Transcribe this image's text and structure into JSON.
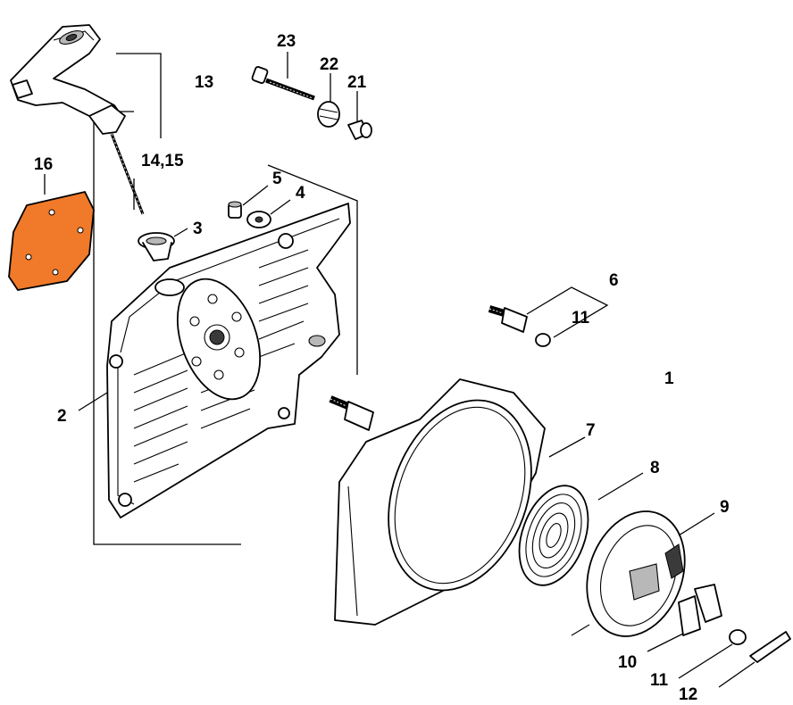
{
  "colors": {
    "background": "#ffffff",
    "line": "#000000",
    "highlight": "#f07a2a"
  },
  "callouts": {
    "c1": "1",
    "c2": "2",
    "c3": "3",
    "c4": "4",
    "c5": "5",
    "c6": "6",
    "c7": "7",
    "c8": "8",
    "c9": "9",
    "c10": "10",
    "c11a": "11",
    "c11b": "11",
    "c12": "12",
    "c13": "13",
    "c14_15": "14,15",
    "c16": "16",
    "c21": "21",
    "c22": "22",
    "c23": "23"
  }
}
